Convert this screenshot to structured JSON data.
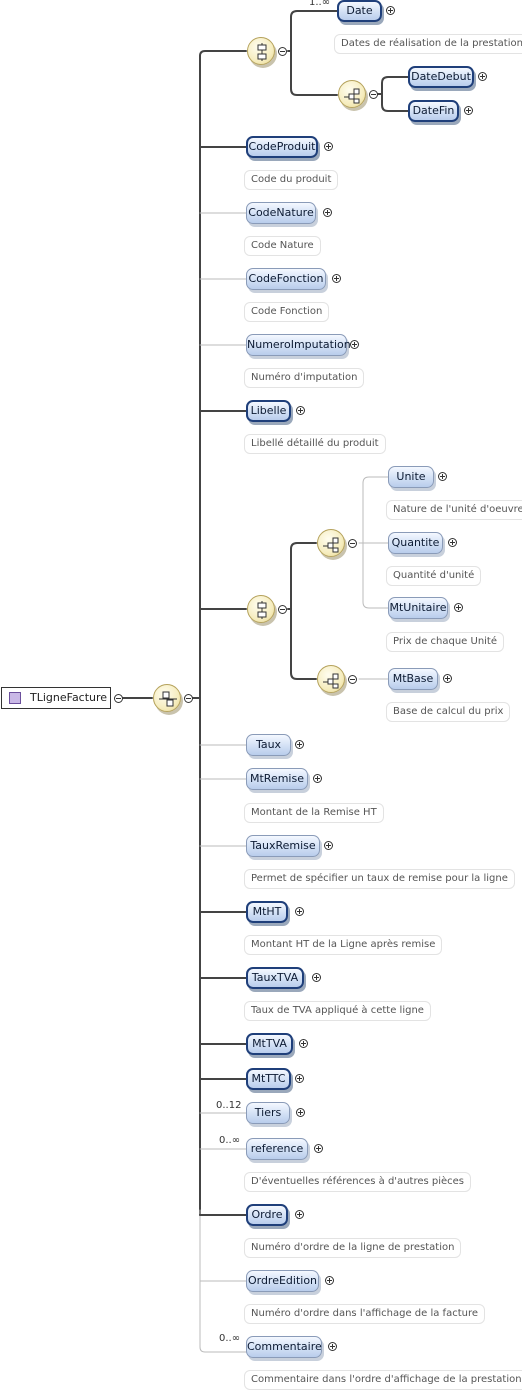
{
  "root": {
    "label": "TLigneFacture",
    "icon": "complex-type-icon"
  },
  "colors": {
    "node_border": "#1f3f7a",
    "node_fill": "#d2e0f5",
    "compositor_fill": "#f6edbf",
    "connector": "#555555"
  },
  "date_group": {
    "date": {
      "label": "Date",
      "occurrence": "1..∞",
      "doc": "Dates de réalisation de la prestation"
    },
    "date_debut": {
      "label": "DateDebut"
    },
    "date_fin": {
      "label": "DateFin"
    }
  },
  "elements_top": [
    {
      "label": "CodeProduit",
      "doc": "Code du produit"
    },
    {
      "label": "CodeNature",
      "doc": "Code Nature"
    },
    {
      "label": "CodeFonction",
      "doc": "Code Fonction"
    },
    {
      "label": "NumeroImputation",
      "doc": "Numéro d'imputation"
    },
    {
      "label": "Libelle",
      "doc": "Libellé détaillé du produit"
    }
  ],
  "quantity_group": {
    "unite": {
      "label": "Unite",
      "doc": "Nature de l'unité d'oeuvre"
    },
    "quantite": {
      "label": "Quantite",
      "doc": "Quantité d'unité"
    },
    "mt_unitaire": {
      "label": "MtUnitaire",
      "doc": "Prix de chaque Unité"
    },
    "mt_base": {
      "label": "MtBase",
      "doc": "Base de calcul du prix"
    }
  },
  "elements_bottom": [
    {
      "label": "Taux",
      "doc": ""
    },
    {
      "label": "MtRemise",
      "doc": "Montant de la Remise HT"
    },
    {
      "label": "TauxRemise",
      "doc": "Permet de spécifier un taux de remise pour la ligne"
    },
    {
      "label": "MtHT",
      "doc": "Montant HT de la Ligne après remise"
    },
    {
      "label": "TauxTVA",
      "doc": "Taux de TVA appliqué à cette ligne"
    },
    {
      "label": "MtTVA",
      "doc": ""
    },
    {
      "label": "MtTTC",
      "doc": ""
    },
    {
      "label": "Tiers",
      "occurrence": "0..12",
      "doc": ""
    },
    {
      "label": "reference",
      "occurrence": "0..∞",
      "doc": "D'éventuelles références à d'autres pièces"
    },
    {
      "label": "Ordre",
      "doc": "Numéro d'ordre de la ligne de prestation"
    },
    {
      "label": "OrdreEdition",
      "doc": "Numéro d'ordre dans l'affichage de la facture"
    },
    {
      "label": "Commentaire",
      "occurrence": "0..∞",
      "doc": "Commentaire dans l'ordre d'affichage de la prestation"
    }
  ]
}
